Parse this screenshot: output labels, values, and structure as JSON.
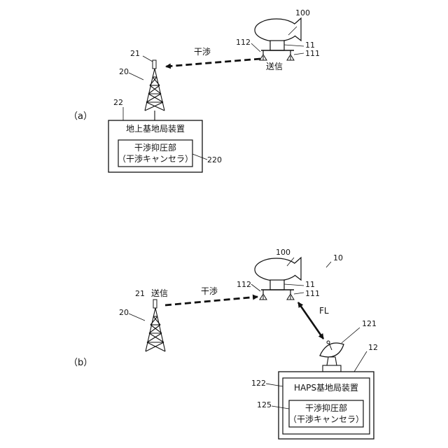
{
  "diagram_a": {
    "section_label": "（a）",
    "haps_ref": "100",
    "haps_antenna_left_ref": "112",
    "haps_unit_ref": "11",
    "haps_antenna_right_ref": "111",
    "transmit_label": "送信",
    "interference_label": "干渉",
    "antenna_ref": "21",
    "tower_ref": "20",
    "station_ref": "22",
    "station_title": "地上基地局装置",
    "suppressor_line1": "干渉抑圧部",
    "suppressor_line2": "（干渉キャンセラ）",
    "suppressor_ref": "220"
  },
  "diagram_b": {
    "section_label": "（b）",
    "haps_ref": "100",
    "system_ref": "10",
    "haps_antenna_left_ref": "112",
    "haps_unit_ref": "11",
    "haps_antenna_right_ref": "111",
    "antenna_ref": "21",
    "transmit_label": "送信",
    "interference_label": "干渉",
    "tower_ref": "20",
    "feeder_link_label": "FL",
    "dish_ref": "121",
    "gateway_ref": "12",
    "station_ref": "122",
    "station_title": "HAPS基地局装置",
    "suppressor_ref": "125",
    "suppressor_line1": "干渉抑圧部",
    "suppressor_line2": "（干渉キャンセラ）"
  }
}
